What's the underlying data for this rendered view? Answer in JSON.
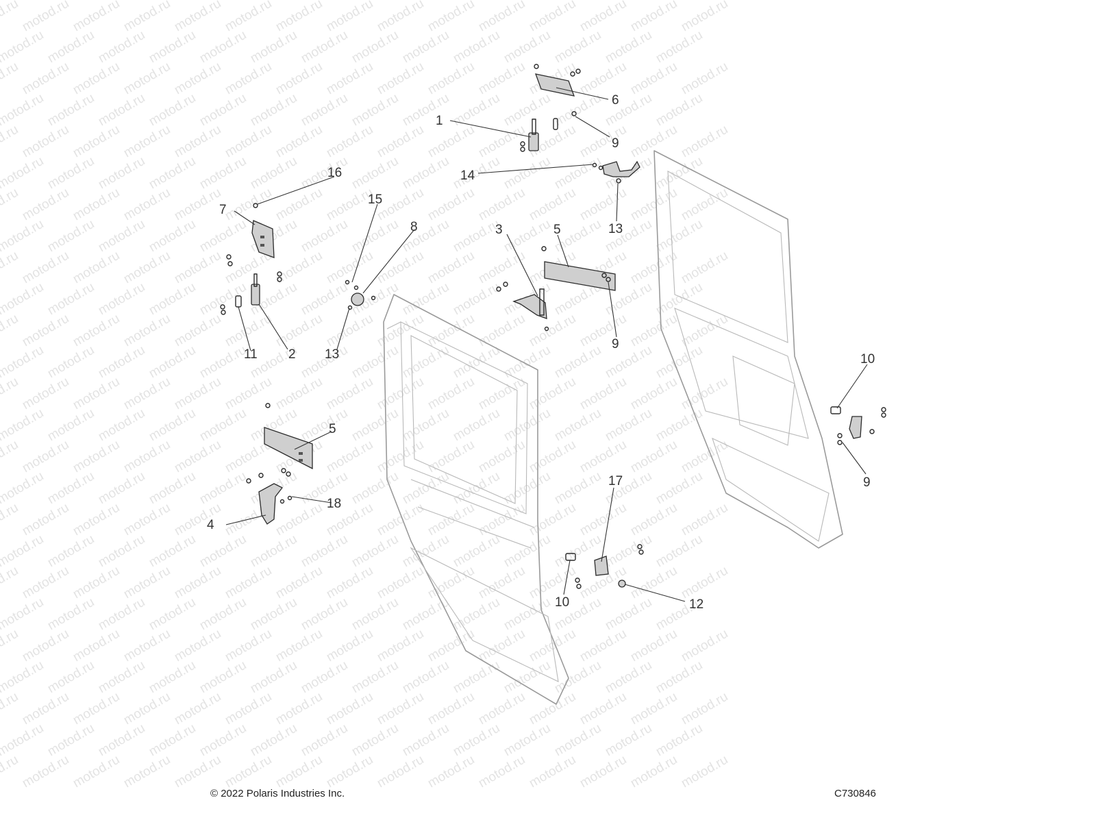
{
  "callouts": {
    "c1": "1",
    "c2": "2",
    "c3": "3",
    "c4": "4",
    "c5a": "5",
    "c5b": "5",
    "c6": "6",
    "c7": "7",
    "c8": "8",
    "c9a": "9",
    "c9b": "9",
    "c9c": "9",
    "c10a": "10",
    "c10b": "10",
    "c11": "11",
    "c12": "12",
    "c13a": "13",
    "c13b": "13",
    "c14": "14",
    "c15": "15",
    "c16": "16",
    "c17": "17",
    "c18": "18"
  },
  "watermark": "motod.ru",
  "footer": {
    "copyright": "© 2022 Polaris Industries Inc.",
    "diagram_code": "C730846"
  }
}
